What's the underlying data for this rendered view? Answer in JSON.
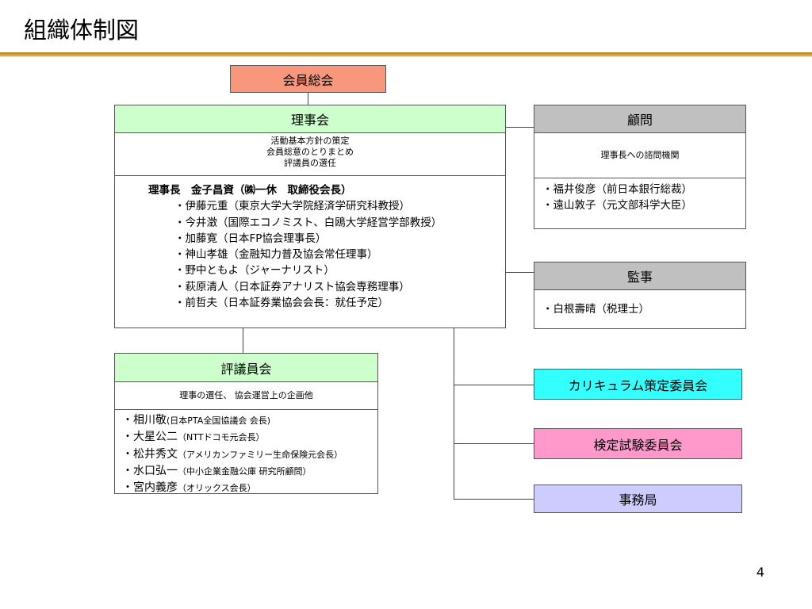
{
  "title": "組織体制図",
  "page_number": "4",
  "general_meeting": {
    "label": "会員総会",
    "color": "#f9977d"
  },
  "board": {
    "label": "理事会",
    "color": "#ccffcc",
    "duties": [
      "活動基本方針の策定",
      "会員総意のとりまとめ",
      "評議員の選任"
    ],
    "chair": "理事長　金子昌資（㈱一休　取締役会長）",
    "members": [
      "・伊藤元重（東京大学大学院経済学研究科教授）",
      "・今井澂（国際エコノミスト、白鴎大学経営学部教授）",
      "・加藤寛（日本FP協会理事長）",
      "・神山孝雄（金融知力普及協会常任理事）",
      "・野中ともよ（ジャーナリスト）",
      "・萩原清人（日本証券アナリスト協会専務理事）",
      "・前哲夫（日本証券業協会会長：就任予定）"
    ]
  },
  "advisors": {
    "label": "顧問",
    "color": "#c0c0c0",
    "description": "理事長への諮問機関",
    "members": [
      "・福井俊彦（前日本銀行総裁）",
      "・遠山敦子（元文部科学大臣）"
    ]
  },
  "auditor": {
    "label": "監事",
    "color": "#c0c0c0",
    "members": [
      "・白根壽晴（税理士）"
    ]
  },
  "council": {
    "label": "評議員会",
    "color": "#ccffcc",
    "description": "理事の選任、 協会運営上の企画他",
    "members": [
      {
        "name": "・相川敬",
        "role": "(日本PTA全国協議会 会長)"
      },
      {
        "name": "・大星公二",
        "role": "（NTTドコモ元会長）"
      },
      {
        "name": "・松井秀文",
        "role": "（アメリカンファミリー生命保険元会長）"
      },
      {
        "name": "・水口弘一",
        "role": "（中小企業金融公庫 研究所顧問）"
      },
      {
        "name": "・宮内義彦",
        "role": "（オリックス会長）"
      }
    ]
  },
  "curriculum_committee": {
    "label": "カリキュラム策定委員会",
    "color": "#33ffff"
  },
  "exam_committee": {
    "label": "検定試験委員会",
    "color": "#ff99cc"
  },
  "secretariat": {
    "label": "事務局",
    "color": "#ccccff"
  }
}
